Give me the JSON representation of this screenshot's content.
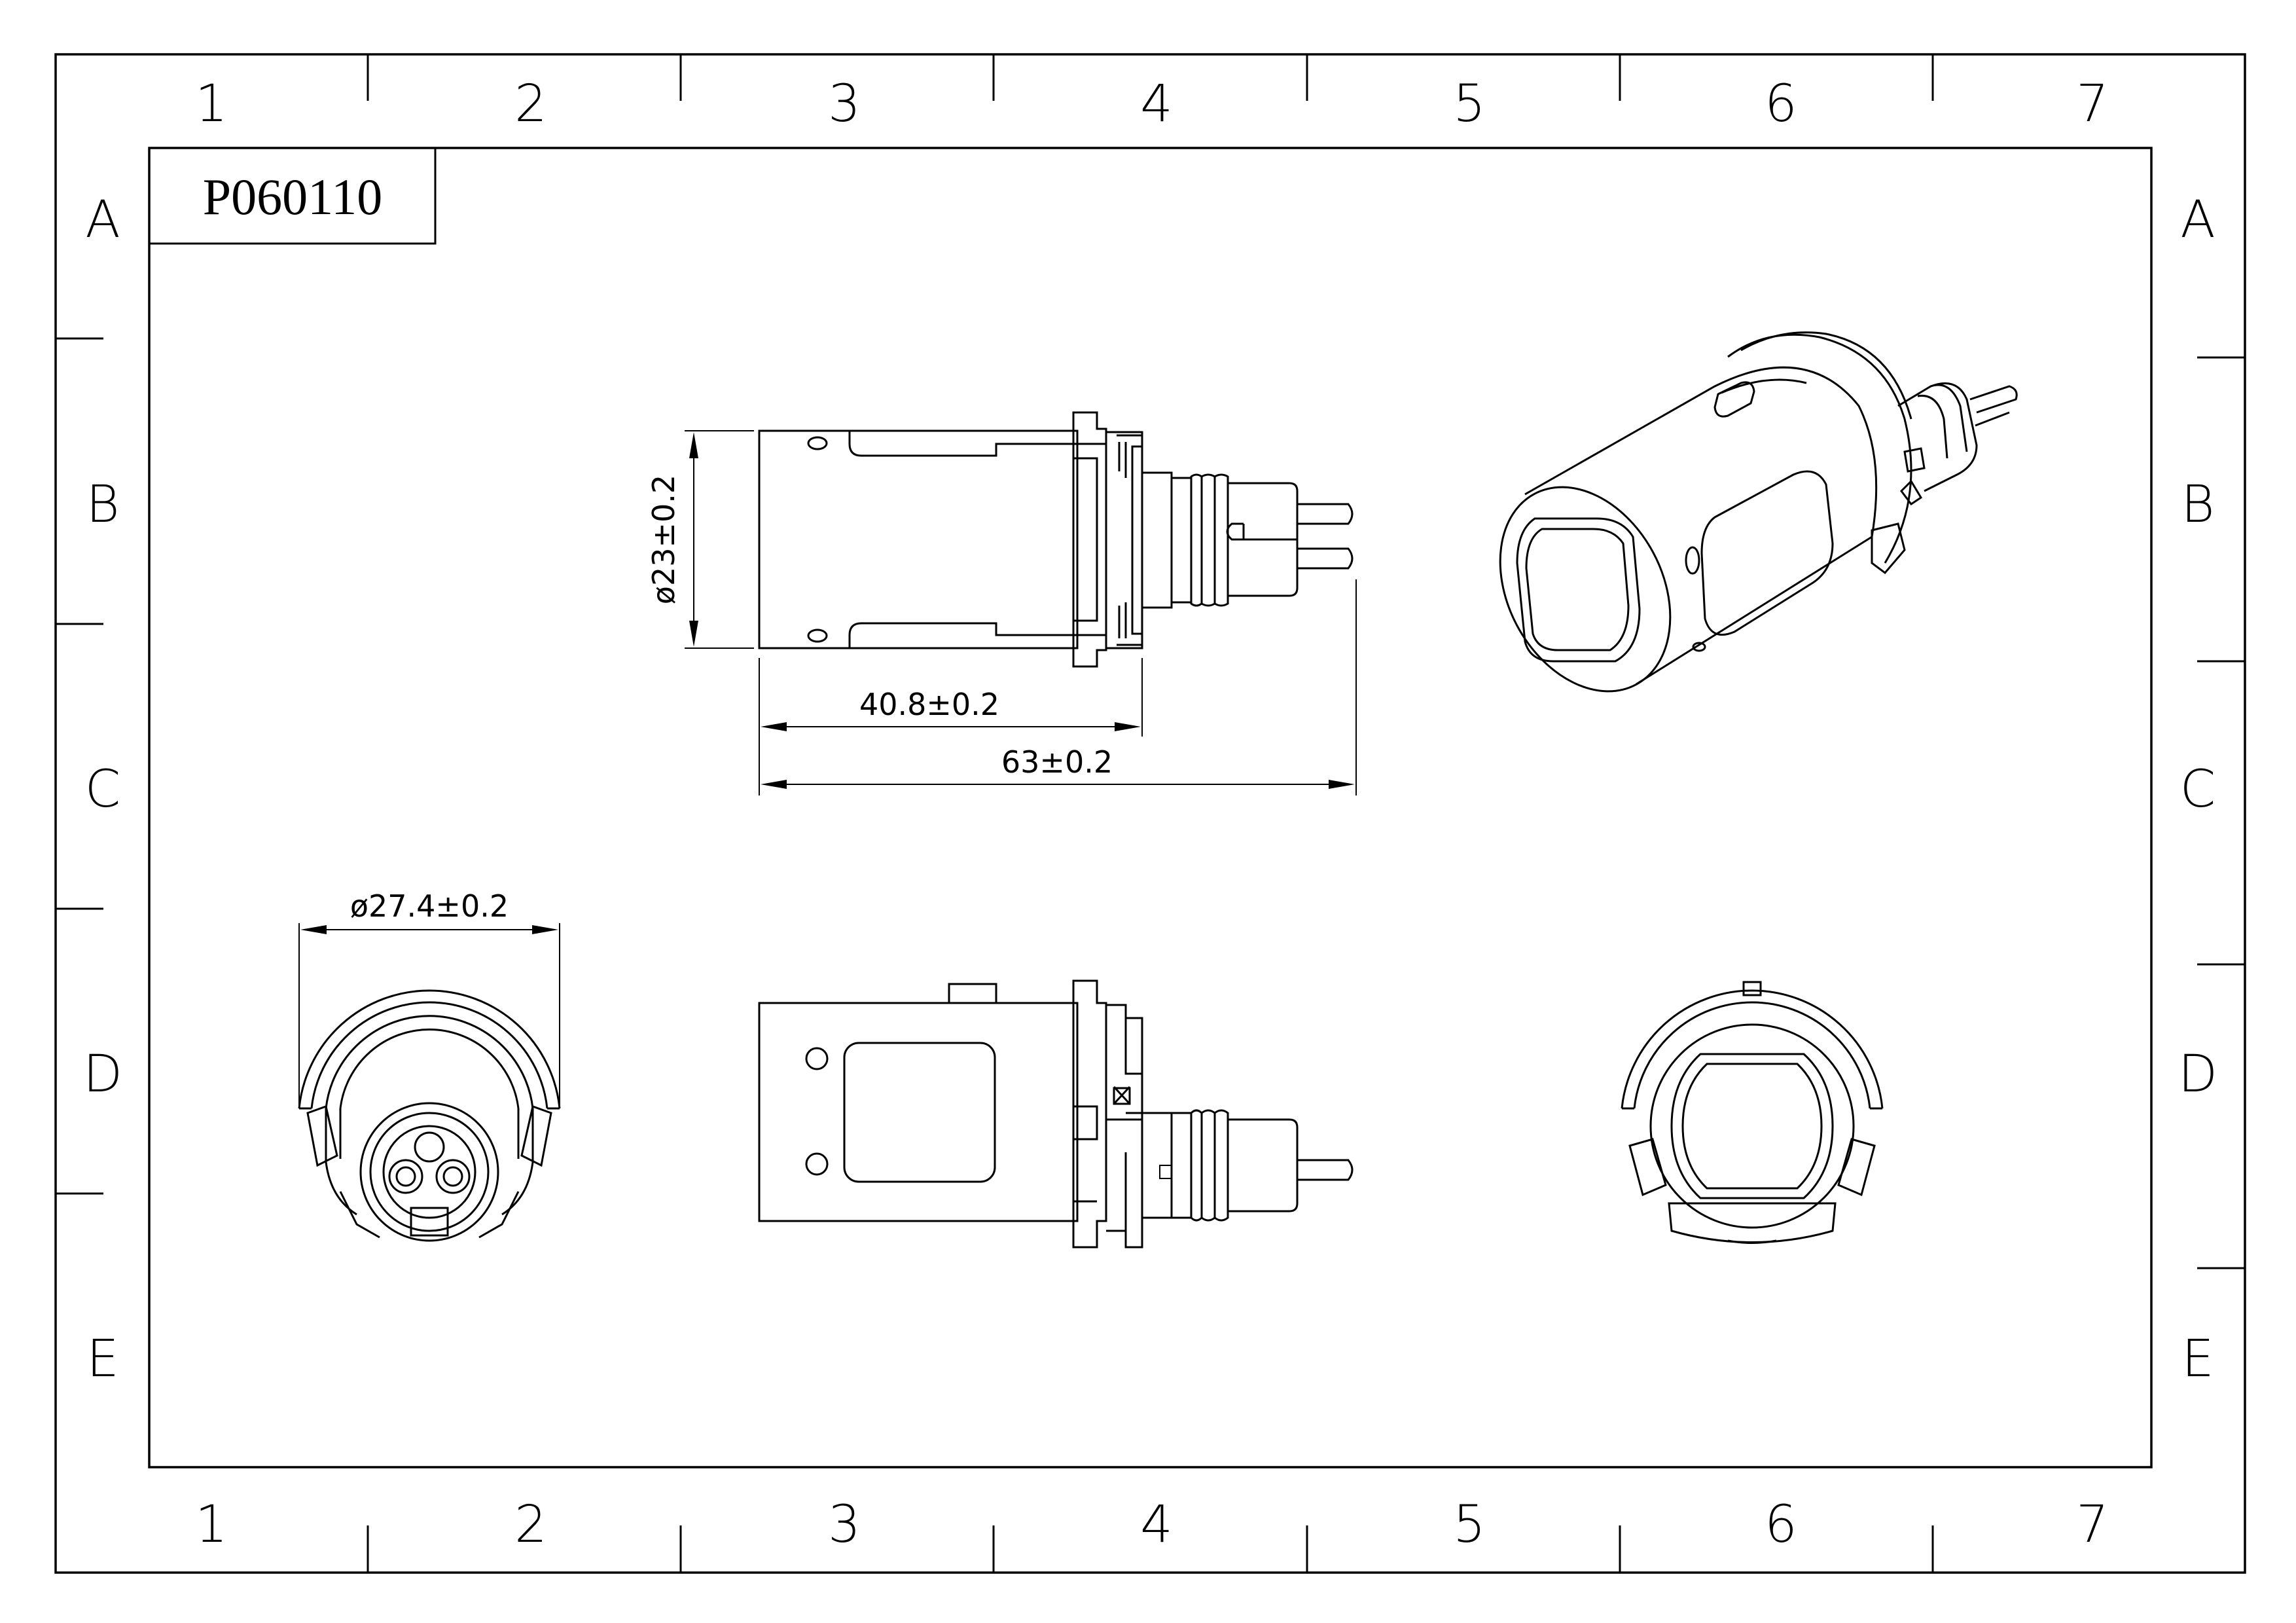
{
  "drawing": {
    "part_number": "P060110",
    "column_labels": [
      "1",
      "2",
      "3",
      "4",
      "5",
      "6",
      "7"
    ],
    "row_labels": [
      "A",
      "B",
      "C",
      "D",
      "E"
    ]
  },
  "dimensions": {
    "body_diameter": "ø23±0.2",
    "body_length": "40.8±0.2",
    "overall_length": "63±0.2",
    "flange_diameter": "ø27.4±0.2"
  }
}
